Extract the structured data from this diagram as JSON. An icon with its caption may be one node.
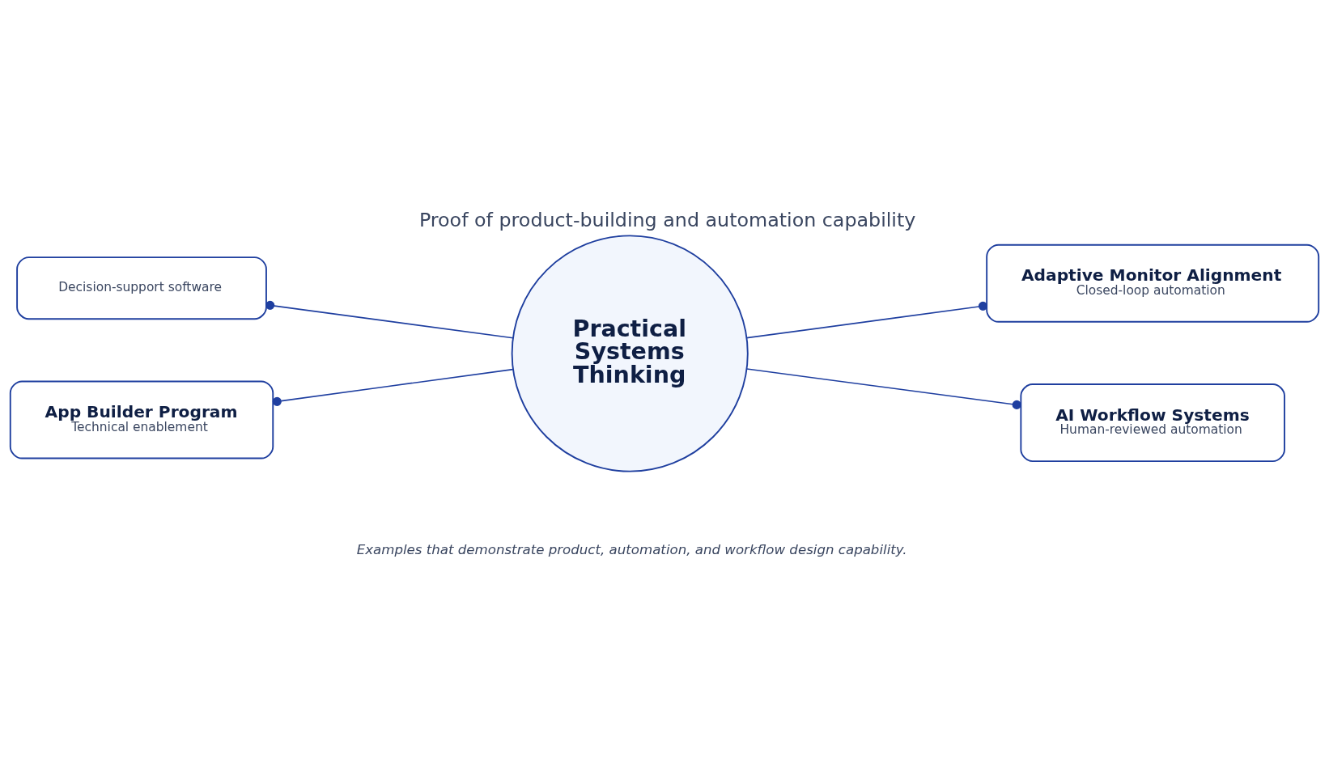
{
  "diagram": {
    "title": "Proof of product-building and automation capability",
    "caption": "Examples that demonstrate product, automation, and workflow design capability.",
    "nodes": [
      {
        "text": [
          "Practical Systems Thinking"
        ]
      },
      {
        "text": [
          "Decision-support software"
        ]
      },
      {
        "text": [
          "Adaptive Monitor Alignment",
          "Closed-loop automation"
        ]
      },
      {
        "text": [
          "App Builder Program",
          "Technical enablement"
        ]
      },
      {
        "text": [
          "AI Workflow Systems",
          "Human-reviewed automation"
        ]
      }
    ],
    "edges": [
      {
        "from": 0,
        "to": 1,
        "arrow": "other"
      },
      {
        "from": 0,
        "to": 2,
        "arrow": "other"
      },
      {
        "from": 0,
        "to": 3,
        "arrow": "other"
      },
      {
        "from": 0,
        "to": 4,
        "arrow": "other"
      }
    ]
  }
}
